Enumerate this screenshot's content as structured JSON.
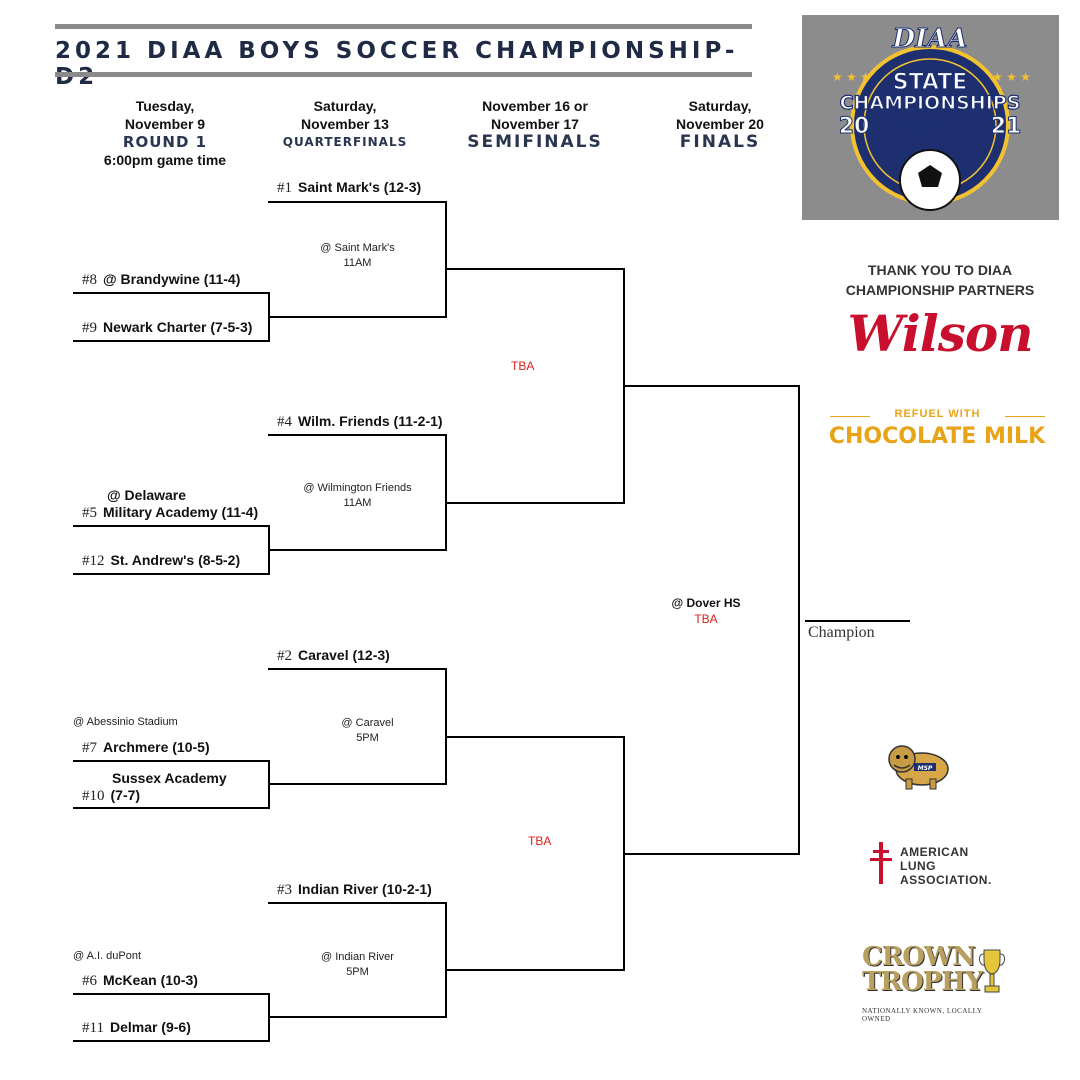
{
  "title": "2021 DIAA BOYS SOCCER CHAMPIONSHIP- D2",
  "rounds": [
    {
      "line1": "Tuesday,",
      "line2": "November 9",
      "name": "ROUND 1",
      "extra": "6:00pm game time"
    },
    {
      "line1": "Saturday,",
      "line2": "November 13",
      "name": "QUARTERFINALS"
    },
    {
      "line1": "November 16 or",
      "line2": "November 17",
      "name": "SEMIFINALS"
    },
    {
      "line1": "Saturday,",
      "line2": "November 20",
      "name": "FINALS"
    }
  ],
  "quarterfinal_teams": [
    {
      "seed": "#1",
      "name": "Saint Mark's (12-3)"
    },
    {
      "seed": "#4",
      "name": "Wilm. Friends (11-2-1)"
    },
    {
      "seed": "#2",
      "name": "Caravel (12-3)"
    },
    {
      "seed": "#3",
      "name": "Indian River (10-2-1)"
    }
  ],
  "round1_games": [
    {
      "top": {
        "seed": "#8",
        "name": "@ Brandywine (11-4)"
      },
      "bottom": {
        "seed": "#9",
        "name": "Newark Charter (7-5-3)"
      }
    },
    {
      "top": {
        "seed": "#5",
        "line1": "@ Delaware",
        "line2": "Military Academy (11-4)"
      },
      "bottom": {
        "seed": "#12",
        "name": "St. Andrew's (8-5-2)"
      }
    },
    {
      "pre": "@ Abessinio Stadium",
      "top": {
        "seed": "#7",
        "name": "Archmere (10-5)"
      },
      "bottom": {
        "seed": "#10",
        "line1": "Sussex Academy",
        "line2": "(7-7)"
      }
    },
    {
      "pre": "@ A.I. duPont",
      "top": {
        "seed": "#6",
        "name": "McKean (10-3)"
      },
      "bottom": {
        "seed": "#11",
        "name": "Delmar (9-6)"
      }
    }
  ],
  "quarterfinal_sites": [
    {
      "venue": "@ Saint Mark's",
      "time": "11AM"
    },
    {
      "venue": "@ Wilmington Friends",
      "time": "11AM"
    },
    {
      "venue": "@ Caravel",
      "time": "5PM"
    },
    {
      "venue": "@ Indian River",
      "time": "5PM"
    }
  ],
  "semifinal_sites": [
    "TBA",
    "TBA"
  ],
  "final_site": {
    "venue": "@ Dover HS",
    "time": "TBA"
  },
  "champion_label": "Champion",
  "logo": {
    "org": "DIAA",
    "line1": "STATE",
    "line2": "CHAMPIONSHIPS",
    "left": "20",
    "sport": "SOCCER",
    "right": "21"
  },
  "sponsors": {
    "thanks_line1": "THANK YOU TO DIAA",
    "thanks_line2": "CHAMPIONSHIP PARTNERS",
    "wilson": "Wilson",
    "milk_top": "REFUEL WITH",
    "milk": "CHOCOLATE MILK",
    "msp": "MSP",
    "ala_line1": "AMERICAN",
    "ala_line2": "LUNG",
    "ala_line3": "ASSOCIATION.",
    "crown_line1": "CROWN",
    "crown_line2": "TROPHY",
    "crown_tagline": "NATIONALLY KNOWN, LOCALLY OWNED"
  },
  "colors": {
    "title": "#1f2a44",
    "tba": "#d6221e",
    "wilson": "#c8102e",
    "milk": "#e8a317",
    "panel": "#8c8c8c",
    "logo_blue": "#1d2f6f",
    "logo_gold": "#f2c230"
  }
}
